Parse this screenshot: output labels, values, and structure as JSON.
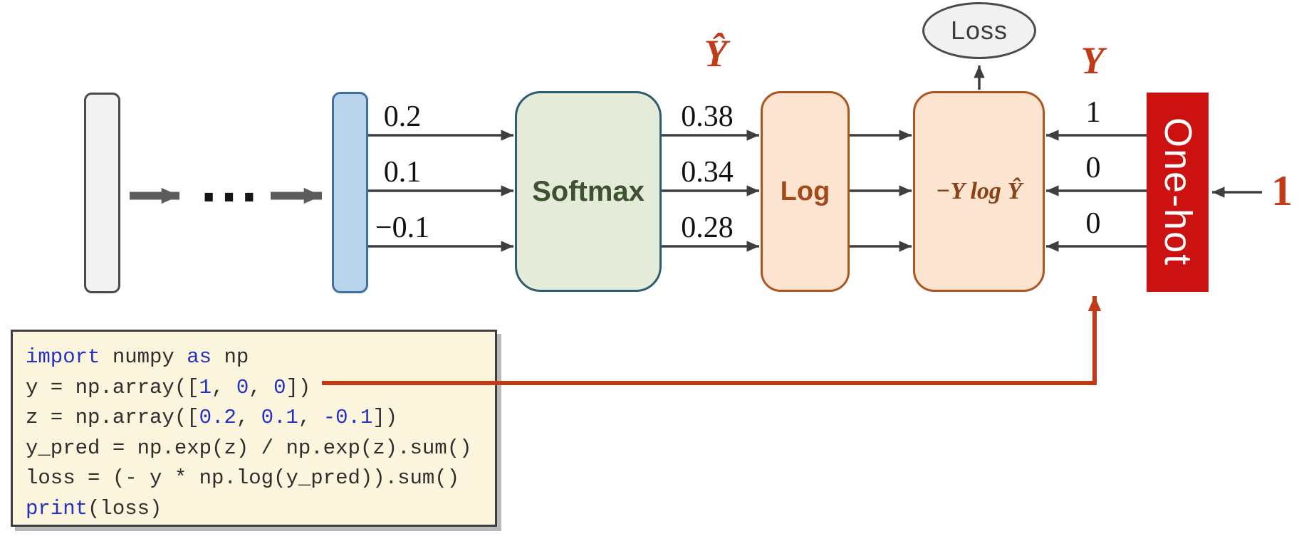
{
  "colors": {
    "accent_red": "#c23a18",
    "onehot_red": "#cc1211",
    "arrow_dark": "#3e3e3e",
    "thick_gray": "#5c5c5c",
    "softmax_fill": "#e4ecd9",
    "softmax_border": "#2c5d70",
    "softmax_text": "#3e5130",
    "peach_fill": "#fce4d0",
    "peach_border": "#ad5520",
    "log_text": "#a34a1a",
    "formula_text": "#8a4116",
    "bluebar_fill": "#b9d3ea",
    "bluebar_border": "#3f6fa3",
    "graybar_fill": "#f2f2f2",
    "graybar_border": "#4a4a4a",
    "ellipse_fill": "#f1f1f1",
    "ellipse_border": "#4a4a4a",
    "loss_text": "#3c3c3c",
    "code_bg": "#fcf5dd",
    "code_border": "#3e3e3e",
    "code_text": "#2e2e2e",
    "code_blue": "#2531c0",
    "value_text": "#111111"
  },
  "diagram": {
    "ellipsis": "...",
    "z_values": [
      "0.2",
      "0.1",
      "−0.1"
    ],
    "softmax_label": "Softmax",
    "y_hat_label": "Ŷ",
    "softmax_outputs": [
      "0.38",
      "0.34",
      "0.28"
    ],
    "log_label": "Log",
    "nll_formula": "−Y log Ŷ",
    "loss_label": "Loss",
    "y_label": "Y",
    "y_values": [
      "1",
      "0",
      "0"
    ],
    "onehot_label": "One-hot",
    "onehot_input": "1"
  },
  "code": {
    "lines": [
      {
        "tokens": [
          {
            "t": "import",
            "c": "b"
          },
          {
            "t": " numpy ",
            "c": ""
          },
          {
            "t": "as",
            "c": "b"
          },
          {
            "t": " np",
            "c": ""
          }
        ]
      },
      {
        "tokens": [
          {
            "t": "y = np.array([",
            "c": ""
          },
          {
            "t": "1",
            "c": "b"
          },
          {
            "t": ", ",
            "c": ""
          },
          {
            "t": "0",
            "c": "b"
          },
          {
            "t": ", ",
            "c": ""
          },
          {
            "t": "0",
            "c": "b"
          },
          {
            "t": "])",
            "c": ""
          }
        ]
      },
      {
        "tokens": [
          {
            "t": "z = np.array([",
            "c": ""
          },
          {
            "t": "0.2",
            "c": "b"
          },
          {
            "t": ", ",
            "c": ""
          },
          {
            "t": "0.1",
            "c": "b"
          },
          {
            "t": ", ",
            "c": ""
          },
          {
            "t": "-0.1",
            "c": "b"
          },
          {
            "t": "])",
            "c": ""
          }
        ]
      },
      {
        "tokens": [
          {
            "t": "y_pred = np.exp(z) / np.exp(z).sum()",
            "c": ""
          }
        ]
      },
      {
        "tokens": [
          {
            "t": "loss = (- y * np.log(y_pred)).sum()",
            "c": ""
          }
        ]
      },
      {
        "tokens": [
          {
            "t": "print",
            "c": "b"
          },
          {
            "t": "(loss)",
            "c": ""
          }
        ]
      }
    ]
  }
}
